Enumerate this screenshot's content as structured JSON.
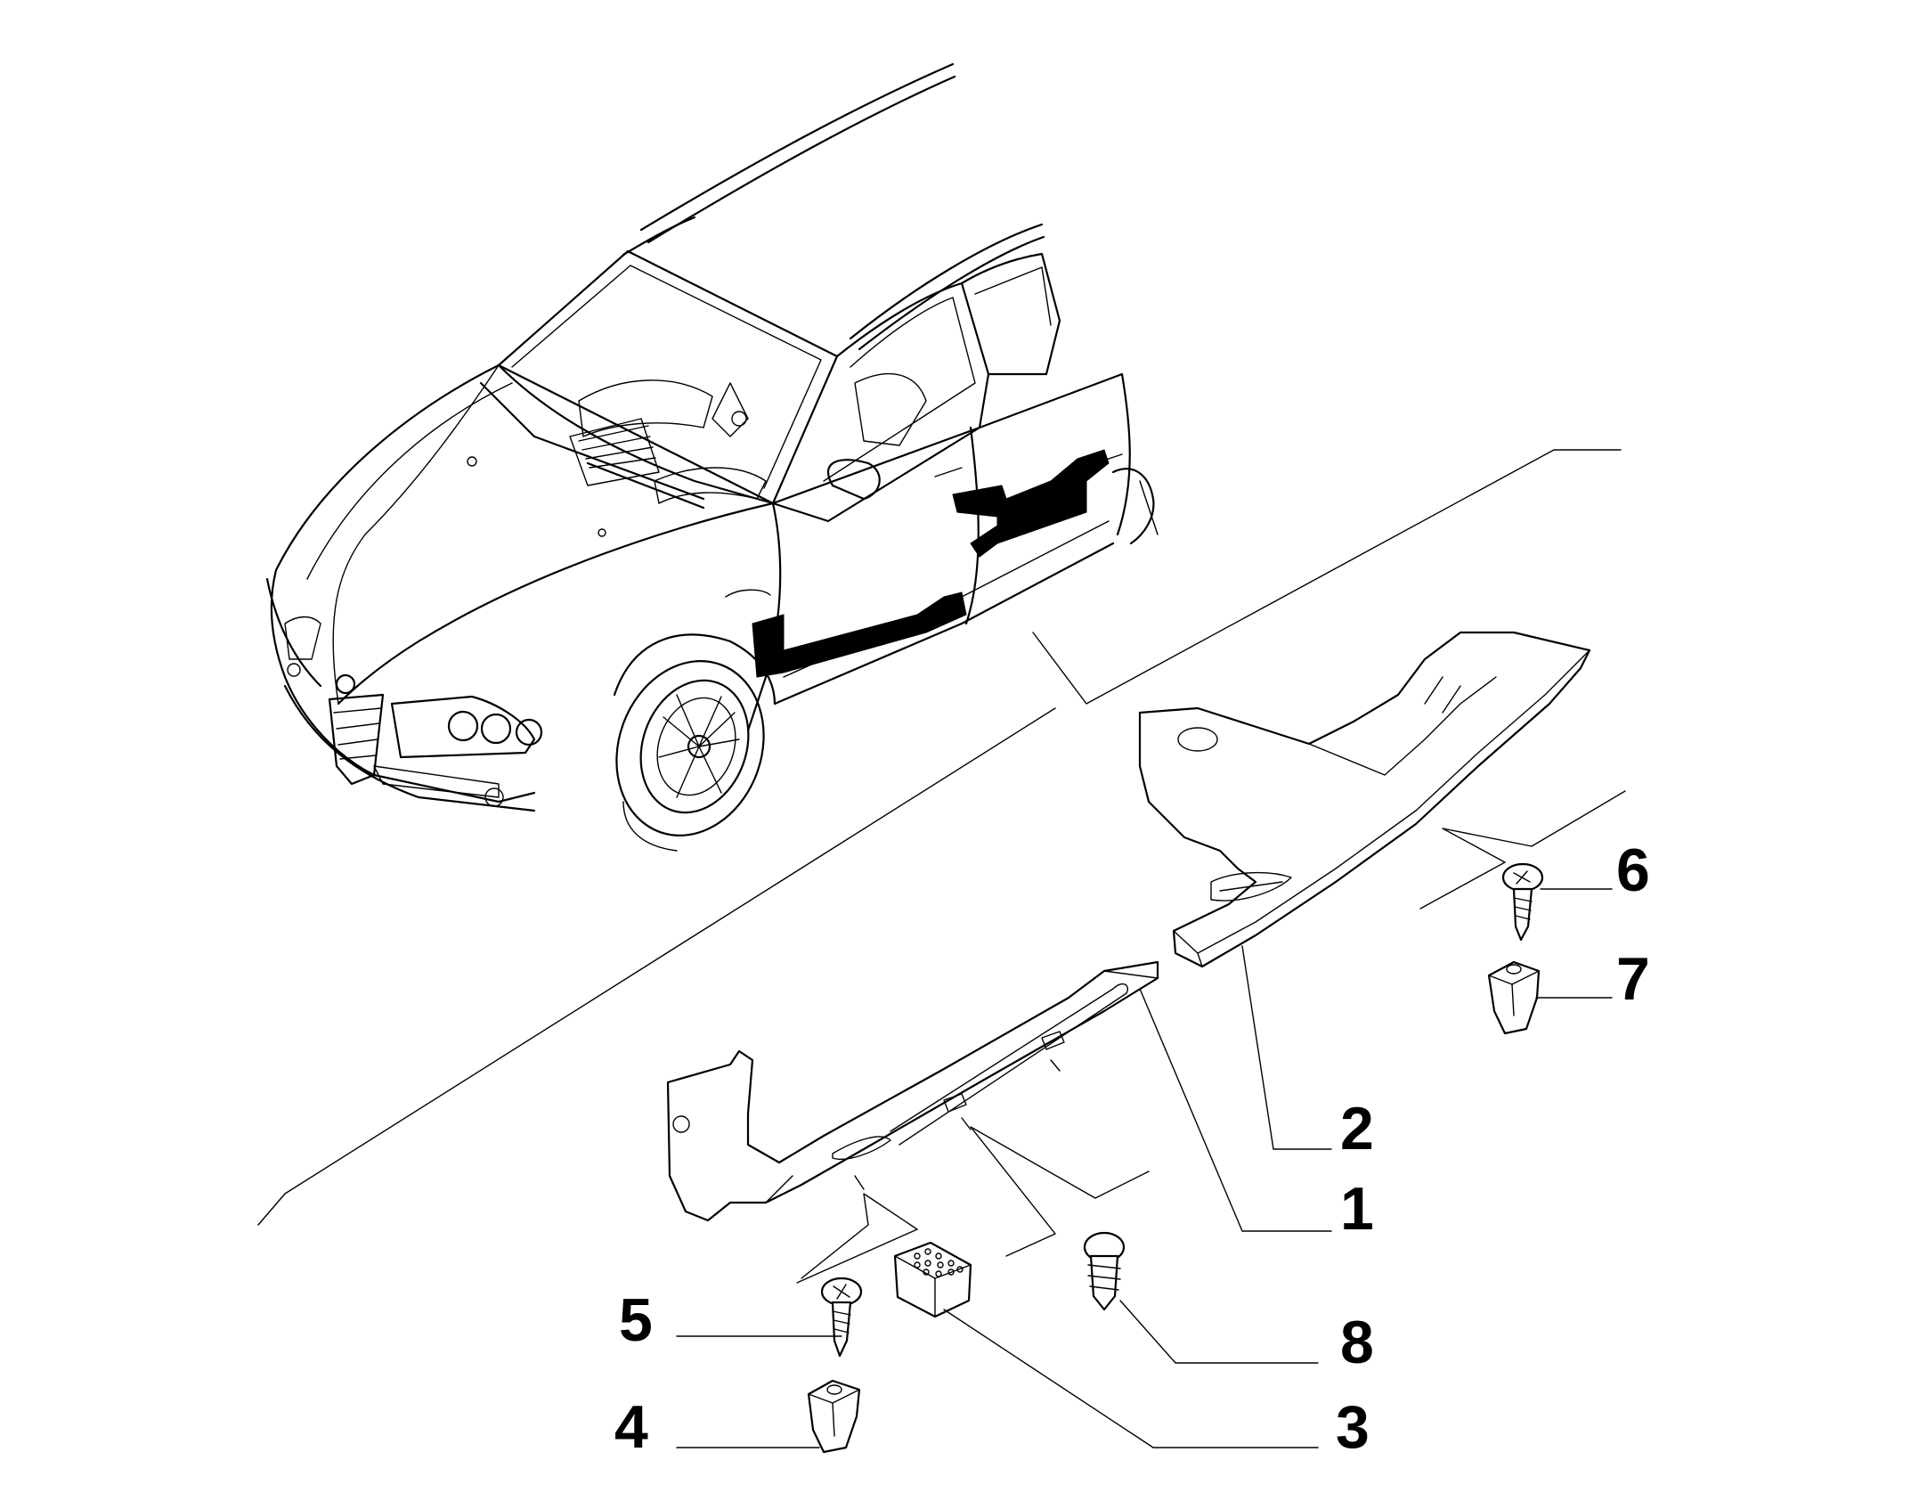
{
  "diagram": {
    "callouts": [
      {
        "id": "1",
        "label": "1"
      },
      {
        "id": "2",
        "label": "2"
      },
      {
        "id": "3",
        "label": "3"
      },
      {
        "id": "4",
        "label": "4"
      },
      {
        "id": "5",
        "label": "5"
      },
      {
        "id": "6",
        "label": "6"
      },
      {
        "id": "7",
        "label": "7"
      },
      {
        "id": "8",
        "label": "8"
      }
    ]
  },
  "colors": {
    "line": "#000000",
    "background": "#ffffff",
    "highlight": "#000000"
  }
}
